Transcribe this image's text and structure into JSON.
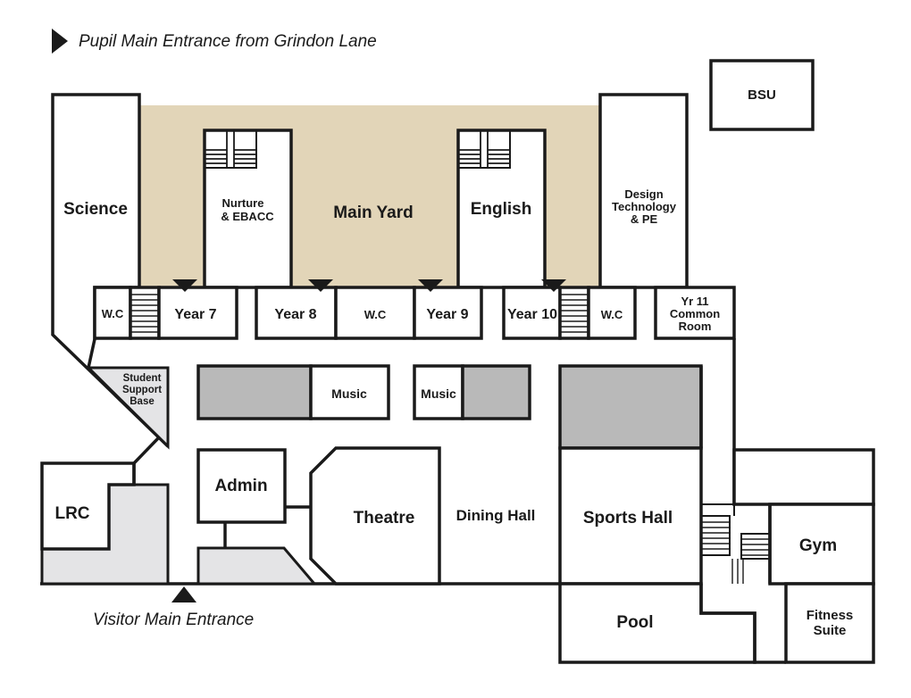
{
  "entrances": {
    "pupil": "Pupil Main Entrance from Grindon Lane",
    "visitor": "Visitor Main Entrance"
  },
  "rooms": {
    "bsu": "BSU",
    "science": "Science",
    "nurture_line1": "Nurture",
    "nurture_line2": "& EBACC",
    "main_yard": "Main Yard",
    "english": "English",
    "design_line1": "Design",
    "design_line2": "Technology",
    "design_line3": "& PE",
    "wc": "W.C",
    "year7": "Year 7",
    "year8": "Year 8",
    "year9": "Year 9",
    "year10": "Year 10",
    "yr11_line1": "Yr 11",
    "yr11_line2": "Common",
    "yr11_line3": "Room",
    "ssb_line1": "Student",
    "ssb_line2": "Support",
    "ssb_line3": "Base",
    "music": "Music",
    "lrc": "LRC",
    "admin": "Admin",
    "theatre": "Theatre",
    "dining_hall": "Dining Hall",
    "sports_hall": "Sports Hall",
    "gym": "Gym",
    "pool": "Pool",
    "fitness_line1": "Fitness",
    "fitness_line2": "Suite"
  },
  "colors": {
    "yard": "#e2d5b8",
    "grey_block": "#b9b9b9",
    "light_grey": "#e4e4e6",
    "outline": "#1a1a1a"
  }
}
